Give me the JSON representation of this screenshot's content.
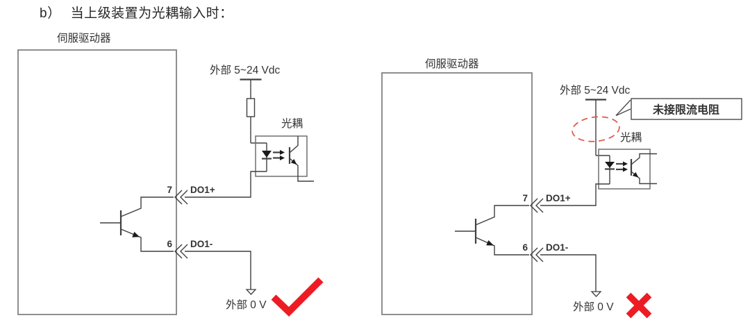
{
  "title": {
    "bullet": "b）",
    "text": "当上级装置为光耦输入时："
  },
  "colors": {
    "accent_red": "#ED1C24",
    "annotation_text_red": "#CE2121",
    "ellipse_red": "#E05545",
    "line_dark": "#3f3f3f",
    "box_border_gray": "#7b7b7b"
  },
  "diagrams": [
    {
      "id": "correct",
      "device_label": "伺服驱动器",
      "supply_label": "外部 5~24 Vdc",
      "optocoupler_label": "光耦",
      "ground_label": "外部 0 V",
      "pins": [
        {
          "number": "7",
          "name": "DO1+"
        },
        {
          "number": "6",
          "name": "DO1-"
        }
      ],
      "has_current_limit_resistor": true,
      "verdict": "correct",
      "verdict_icon": "checkmark-icon"
    },
    {
      "id": "incorrect",
      "device_label": "伺服驱动器",
      "supply_label": "外部 5~24 Vdc",
      "optocoupler_label": "光耦",
      "ground_label": "外部 0 V",
      "annotation": "未接限流电阻",
      "pins": [
        {
          "number": "7",
          "name": "DO1+"
        },
        {
          "number": "6",
          "name": "DO1-"
        }
      ],
      "has_current_limit_resistor": false,
      "verdict": "incorrect",
      "verdict_icon": "cross-icon"
    }
  ]
}
